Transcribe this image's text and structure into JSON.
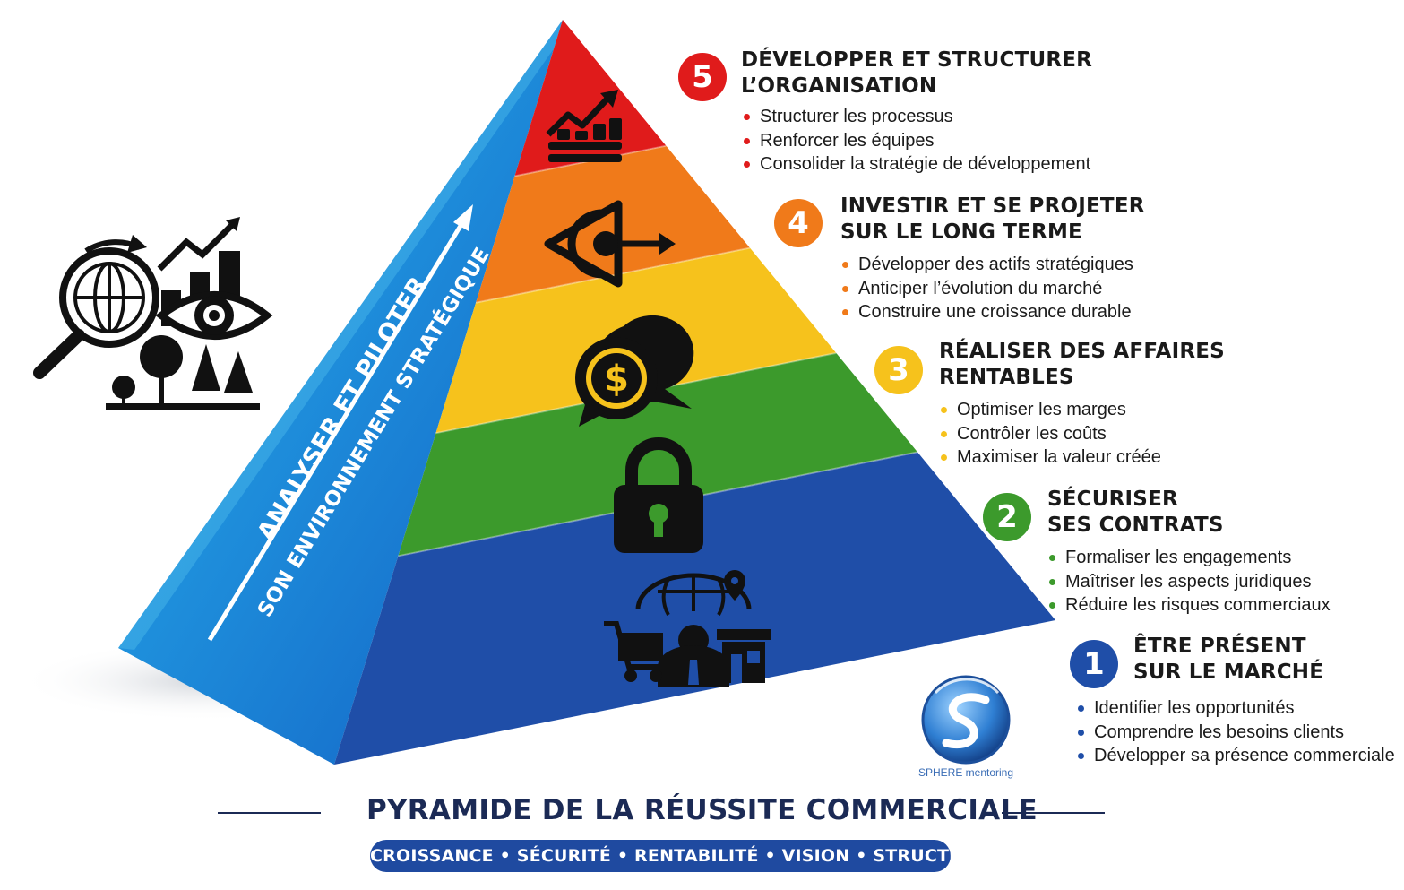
{
  "diagram": {
    "levels": [
      {
        "number": "5",
        "title_lines": [
          "DÉVELOPPER ET STRUCTURER",
          "L’ORGANISATION"
        ],
        "bullets": [
          "Structurer les processus",
          "Renforcer les équipes",
          "Consolider la stratégie de développement"
        ],
        "color": "#e01b1b",
        "icon": "growth-chart-icon"
      },
      {
        "number": "4",
        "title_lines": [
          "INVESTIR ET SE PROJETER",
          "SUR LE LONG TERME"
        ],
        "bullets": [
          "Développer des actifs stratégiques",
          "Anticiper l’évolution du marché",
          "Construire une croissance durable"
        ],
        "color": "#f07a1a",
        "icon": "vision-eye-icon"
      },
      {
        "number": "3",
        "title_lines": [
          "RÉALISER DES AFFAIRES",
          "RENTABLES"
        ],
        "bullets": [
          "Optimiser les marges",
          "Contrôler les coûts",
          "Maximiser la valeur créée"
        ],
        "color": "#f6c21c",
        "icon": "dollar-chat-icon"
      },
      {
        "number": "2",
        "title_lines": [
          "SÉCURISER",
          "SES CONTRATS"
        ],
        "bullets": [
          "Formaliser les engagements",
          "Maîtriser les aspects juridiques",
          "Réduire les risques commerciaux"
        ],
        "color": "#3c9a2c",
        "icon": "padlock-icon"
      },
      {
        "number": "1",
        "title_lines": [
          "ÊTRE PRÉSENT",
          "SUR LE MARCHÉ"
        ],
        "bullets": [
          "Identifier les opportunités",
          "Comprendre les besoins clients",
          "Développer sa présence commerciale"
        ],
        "color": "#1f4ea8",
        "icon": "market-presence-icon"
      }
    ],
    "side_label_lines": [
      "ANALYSER ET PILOTER",
      "SON ENVIRONNEMENT STRATÉGIQUE"
    ],
    "side_color": "#1e9be0",
    "environment_icon": "environment-analysis-icon",
    "brand": {
      "name": "SPHERE mentoring",
      "icon": "sphere-logo-icon"
    },
    "footer": {
      "title": "PYRAMIDE DE LA RÉUSSITE COMMERCIALE",
      "tagline": "CROISSANCE • SÉCURITÉ • RENTABILITÉ • VISION • STRUCTURE"
    }
  }
}
